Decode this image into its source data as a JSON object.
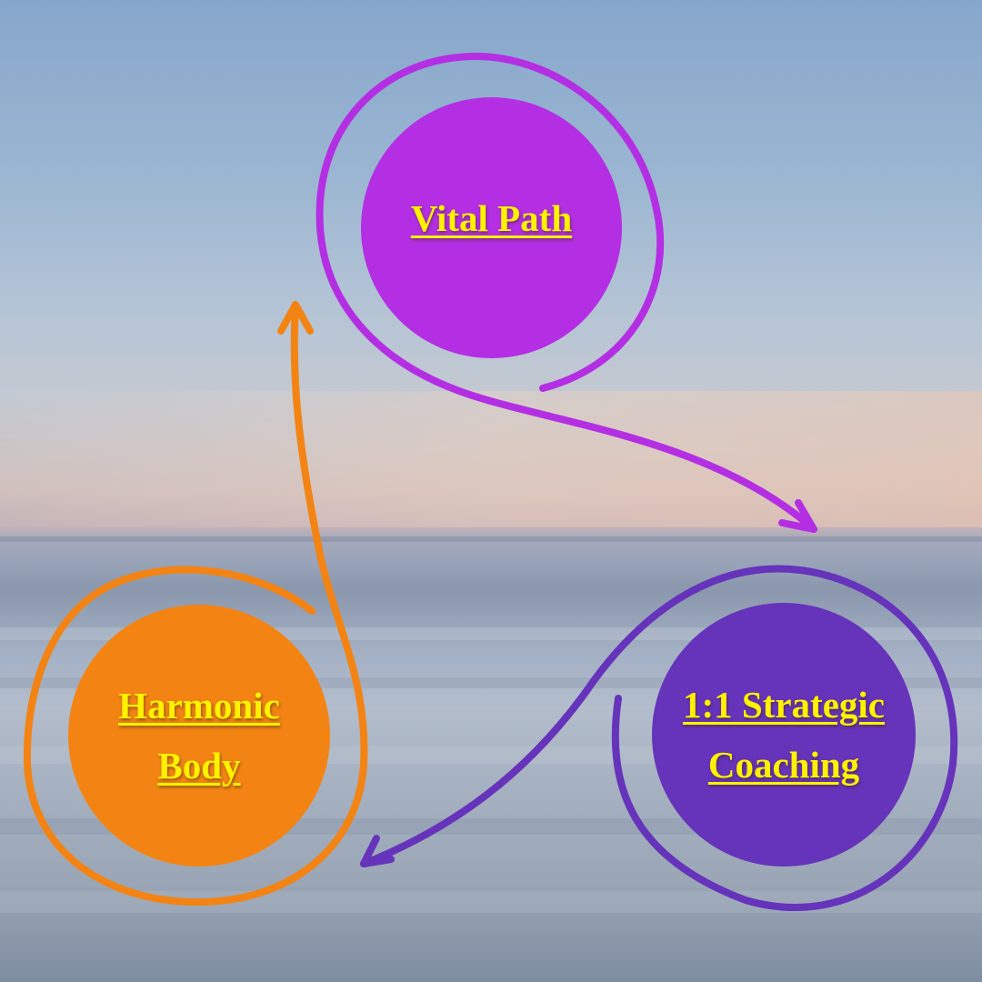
{
  "colors": {
    "vital_path": "#B42FE3",
    "harmonic_body": "#F38414",
    "strategic_coaching": "#6633BB",
    "label_text": "#FFF200"
  },
  "nodes": {
    "vital_path": {
      "lines": [
        "Vital Path"
      ]
    },
    "harmonic_body": {
      "lines": [
        "Harmonic",
        "Body"
      ]
    },
    "strategic_coaching": {
      "lines": [
        "1:1 Strategic",
        "Coaching"
      ]
    }
  },
  "flow": [
    {
      "from": "vital_path",
      "to": "strategic_coaching"
    },
    {
      "from": "strategic_coaching",
      "to": "harmonic_body"
    },
    {
      "from": "harmonic_body",
      "to": "vital_path"
    }
  ]
}
